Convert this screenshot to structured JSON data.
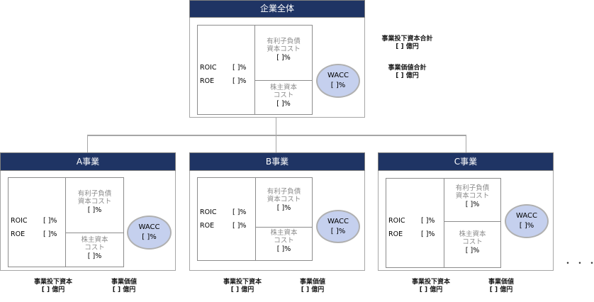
{
  "colors": {
    "header_bg": "#1f3464",
    "header_text": "#ffffff",
    "wacc_fill": "#c5d0ee",
    "border": "#a6a6a6",
    "muted_text": "#8c8c8c"
  },
  "company": {
    "title": "企業全体",
    "roic_label": "ROIC",
    "roic_value": "[ ]%",
    "roe_label": "ROE",
    "roe_value": "[ ]%",
    "debt_cost_label_1": "有利子負債",
    "debt_cost_label_2": "資本コスト",
    "debt_cost_value": "[ ]%",
    "equity_cost_label_1": "株主資本",
    "equity_cost_label_2": "コスト",
    "equity_cost_value": "[ ]%",
    "wacc_label": "WACC",
    "wacc_value": "[ ]%",
    "invested_capital_label": "事業投下資本合計",
    "invested_capital_value": "[ ] 億円",
    "business_value_label": "事業価値合計",
    "business_value_value": "[ ] 億円"
  },
  "businesses": [
    {
      "title": "A事業",
      "roic_label": "ROIC",
      "roic_value": "[ ]%",
      "roe_label": "ROE",
      "roe_value": "[ ]%",
      "debt_cost_label_1": "有利子負債",
      "debt_cost_label_2": "資本コスト",
      "debt_cost_value": "[ ]%",
      "equity_cost_label_1": "株主資本",
      "equity_cost_label_2": "コスト",
      "equity_cost_value": "[ ]%",
      "wacc_label": "WACC",
      "wacc_value": "[ ]%",
      "invested_capital_label": "事業投下資本",
      "invested_capital_value": "[ ] 億円",
      "business_value_label": "事業価値",
      "business_value_value": "[ ] 億円"
    },
    {
      "title": "B事業",
      "roic_label": "ROIC",
      "roic_value": "[ ]%",
      "roe_label": "ROE",
      "roe_value": "[ ]%",
      "debt_cost_label_1": "有利子負債",
      "debt_cost_label_2": "資本コスト",
      "debt_cost_value": "[ ]%",
      "equity_cost_label_1": "株主資本",
      "equity_cost_label_2": "コスト",
      "equity_cost_value": "[ ]%",
      "wacc_label": "WACC",
      "wacc_value": "[ ]%",
      "invested_capital_label": "事業投下資本",
      "invested_capital_value": "[ ] 億円",
      "business_value_label": "事業価値",
      "business_value_value": "[ ] 億円"
    },
    {
      "title": "C事業",
      "roic_label": "ROIC",
      "roic_value": "[ ]%",
      "roe_label": "ROE",
      "roe_value": "[ ]%",
      "debt_cost_label_1": "有利子負債",
      "debt_cost_label_2": "資本コスト",
      "debt_cost_value": "[ ]%",
      "equity_cost_label_1": "株主資本",
      "equity_cost_label_2": "コスト",
      "equity_cost_value": "[ ]%",
      "wacc_label": "WACC",
      "wacc_value": "[ ]%",
      "invested_capital_label": "事業投下資本",
      "invested_capital_value": "[ ] 億円",
      "business_value_label": "事業価値",
      "business_value_value": "[ ] 億円"
    }
  ],
  "more_indicator": "・・・"
}
